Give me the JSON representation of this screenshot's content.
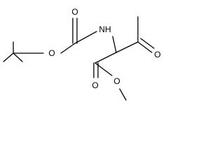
{
  "molecule": {
    "atoms": {
      "amine": "NH",
      "carbamate_carbonyl_o": "O",
      "carbamate_ester_o": "O",
      "ketone_o": "O",
      "ester_carbonyl_o": "O",
      "ester_o": "O"
    }
  },
  "colors": {
    "bond": "#000000",
    "label": "#000000",
    "background": "#ffffff"
  }
}
